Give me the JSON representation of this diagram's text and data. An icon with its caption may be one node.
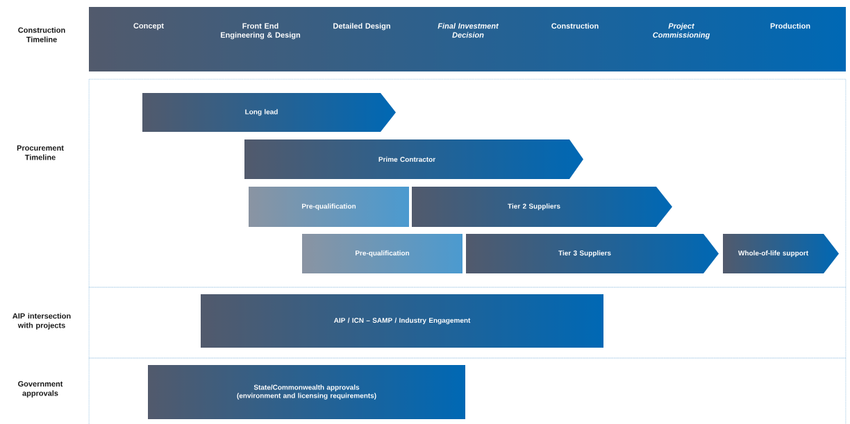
{
  "diagram": {
    "nodes": [
      {
        "text": [
          "Concept",
          "Front End Engineering & Design",
          "Detailed Design",
          "*Final Investment Decision*",
          "Construction",
          "*Project Commissioning*",
          "Production"
        ]
      },
      {
        "text": [
          "Long lead"
        ]
      },
      {
        "text": [
          "Prime Contractor"
        ]
      },
      {
        "text": [
          "Pre-qualification"
        ]
      },
      {
        "text": [
          "Tier 2 Suppliers"
        ]
      },
      {
        "text": [
          "Pre-qualification"
        ]
      },
      {
        "text": [
          "Tier 3 Suppliers"
        ]
      },
      {
        "text": [
          "Whole-of-life support"
        ]
      },
      {
        "text": [
          "AIP / ICN – SAMP / Industry Engagement"
        ]
      },
      {
        "text": [
          "State/Commonwealth approvals (environment and licensing requirements)"
        ]
      }
    ],
    "labels": [
      "Construction Timeline",
      "Procurement Timeline",
      "AIP intersection with projects",
      "Government approvals"
    ]
  }
}
